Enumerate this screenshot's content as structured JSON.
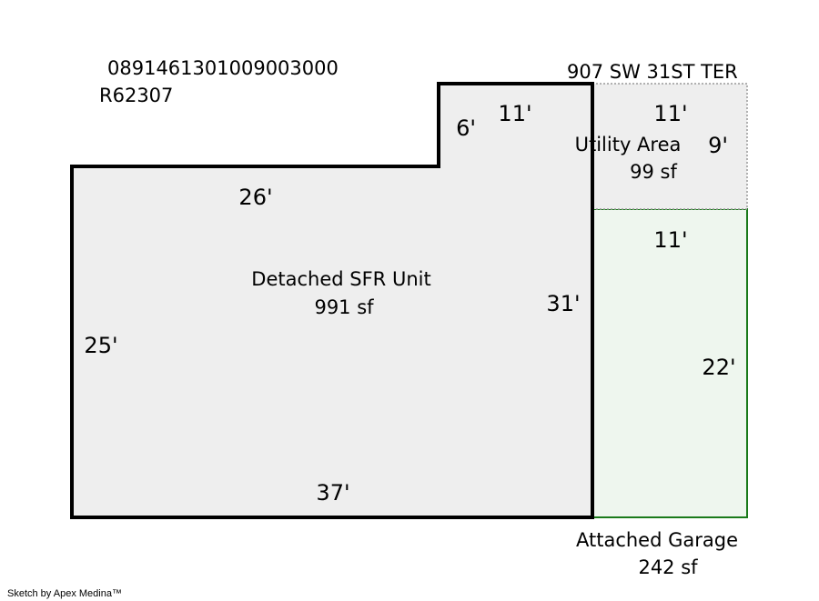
{
  "header": {
    "parcel_id": "0891461301009003000",
    "account_id": "R62307",
    "address": "907 SW 31ST TER"
  },
  "areas": {
    "main": {
      "name": "Detached SFR Unit",
      "size": "991 sf",
      "fill": "#eeeeee",
      "stroke": "#000000"
    },
    "utility": {
      "name": "Utility Area",
      "size": "99 sf",
      "fill": "#eeeeee",
      "stroke": "#999999"
    },
    "garage": {
      "name": "Attached Garage",
      "size": "242 sf",
      "fill": "#eef6ee",
      "stroke": "#1a7a1a"
    }
  },
  "dimensions": {
    "main_top_left": "26'",
    "main_notch_side": "6'",
    "main_notch_top": "11'",
    "main_right": "31'",
    "main_left": "25'",
    "main_bottom": "37'",
    "utility_top": "11'",
    "utility_right": "9'",
    "garage_top": "11'",
    "garage_right": "22'"
  },
  "footer": {
    "credit": "Sketch by Apex Medina™"
  }
}
